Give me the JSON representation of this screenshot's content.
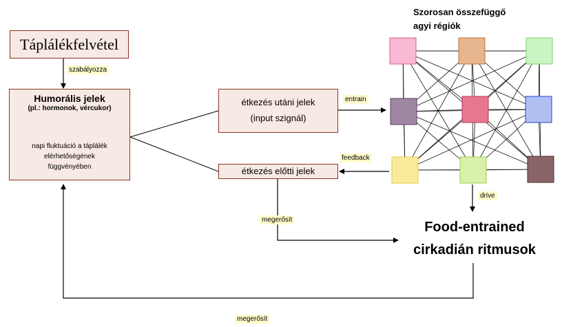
{
  "input_box": {
    "label": "Táplálékfelvétel"
  },
  "humoral_box": {
    "title": "Humorális jelek",
    "subtitle": "(pl.: hormonok, vércukor)",
    "desc_1": "napi fluktuáció a táplálék",
    "desc_2": "elérhetőségének",
    "desc_3": "függvényében"
  },
  "post_meal_box": {
    "line1": "étkezés utáni jelek",
    "line2": "(input szignál)"
  },
  "pre_meal_box": {
    "label": "étkezés előtti jelek"
  },
  "brain_title": {
    "line1": "Szorosan összefüggő",
    "line2": "agyi régiók"
  },
  "output_title": {
    "line1": "Food-entrained",
    "line2": "cirkadián ritmusok"
  },
  "tags": {
    "regulates": "szabályozza",
    "entrain": "entrain",
    "feedback": "feedback",
    "reinforce_mid": "megerősít",
    "drive": "drive",
    "reinforce_bottom": "megerősít"
  },
  "regions": [
    {
      "fill": "#f9b8d4",
      "stroke": "#d4608f"
    },
    {
      "fill": "#e8b68e",
      "stroke": "#b5733f"
    },
    {
      "fill": "#c9f5c2",
      "stroke": "#7cd66e"
    },
    {
      "fill": "#9f87a3",
      "stroke": "#5b3c60"
    },
    {
      "fill": "#e8768e",
      "stroke": "#b33b57"
    },
    {
      "fill": "#b0bff2",
      "stroke": "#2244c8"
    },
    {
      "fill": "#faeb9a",
      "stroke": "#e0c840"
    },
    {
      "fill": "#d9f0a8",
      "stroke": "#9ccb55"
    },
    {
      "fill": "#8a6466",
      "stroke": "#4b2e30"
    }
  ]
}
